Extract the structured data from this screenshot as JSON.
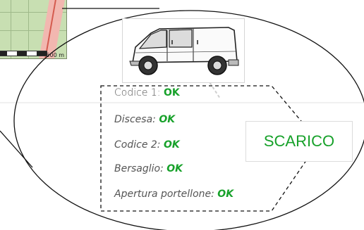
{
  "map": {
    "scale_label": "500 m"
  },
  "checks": [
    {
      "label": "Codice 1:",
      "value": "OK",
      "italic": false
    },
    {
      "label": "Discesa:",
      "value": "OK",
      "italic": true
    },
    {
      "label": "Codice 2:",
      "value": "OK",
      "italic": true
    },
    {
      "label": "Bersaglio:",
      "value": "OK",
      "italic": true
    },
    {
      "label": "Apertura portellone:",
      "value": "OK",
      "italic": true
    }
  ],
  "operation": {
    "label": "SCARICO"
  },
  "colors": {
    "ok": "#17a12a",
    "label": "#555555",
    "outline": "#000000",
    "map_background": "#c8dfb2",
    "road": "#f2b7b0"
  },
  "icons": [
    "van-illustration",
    "map-thumbnail"
  ]
}
